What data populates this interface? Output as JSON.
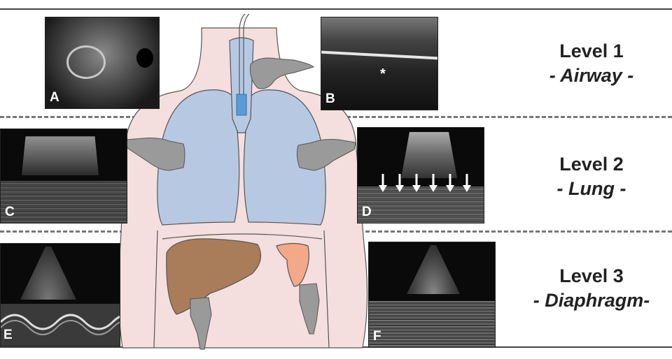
{
  "levels": [
    {
      "title": "Level 1",
      "subtitle": "- Airway -"
    },
    {
      "title": "Level 2",
      "subtitle": "- Lung -"
    },
    {
      "title": "Level 3",
      "subtitle": "- Diaphragm-"
    }
  ],
  "panels": {
    "a": "A",
    "b": "B",
    "c": "C",
    "d": "D",
    "e": "E",
    "f": "F"
  },
  "colors": {
    "skin": "#f5dede",
    "lung": "#b7c9e2",
    "liver": "#a97d5a",
    "spleen": "#f3a887",
    "probe": "#9a9a9a",
    "trachea_tube": "#5b9bd5"
  },
  "icons": [
    "ultrasound-probe-icon",
    "down-arrow-icon",
    "asterisk-icon"
  ]
}
